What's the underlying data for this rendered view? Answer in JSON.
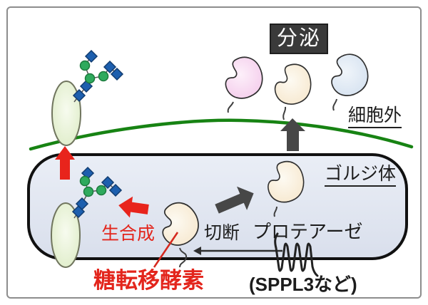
{
  "diagram": {
    "badge": {
      "secretion": "分泌"
    },
    "labels": {
      "extracellular": "細胞外",
      "golgi": "ゴルジ体",
      "biosynthesis": "生合成",
      "glycosyltransferase": "糖転移酵素",
      "cleavage": "切断",
      "protease": "プロテアーゼ",
      "protease_example": "(SPPL3など)"
    },
    "colors": {
      "membrane_green": "#178313",
      "golgi_fill_top": "#eaeef6",
      "golgi_fill_bottom": "#d9dfec",
      "golgi_border": "#111111",
      "accent_red": "#e8241c",
      "arrow_gray": "#474747",
      "badge_bg": "#3a3a3a",
      "badge_text": "#ffffff",
      "glycan_blue": "#1d5fae",
      "glycan_green": "#2faa5d",
      "secreted_pink": "#f3c9ea",
      "secreted_cream": "#f6e6cb",
      "secreted_blue": "#d3e0ef",
      "membrane_protein_green": "#e2efcd"
    },
    "icons": {
      "membrane_protein": "membrane-protein-oval-icon",
      "glycan": "n-glycan-tree-icon",
      "secreted_protein": "secreted-protein-blob-icon",
      "protease_anchor": "protease-spring-icon",
      "secretion_arrow": "up-arrow-icon",
      "transport_arrow": "right-arrow-icon",
      "biosynthesis_arrow": "left-arrow-icon",
      "cleavage_arrow": "thin-left-arrow-icon"
    }
  }
}
